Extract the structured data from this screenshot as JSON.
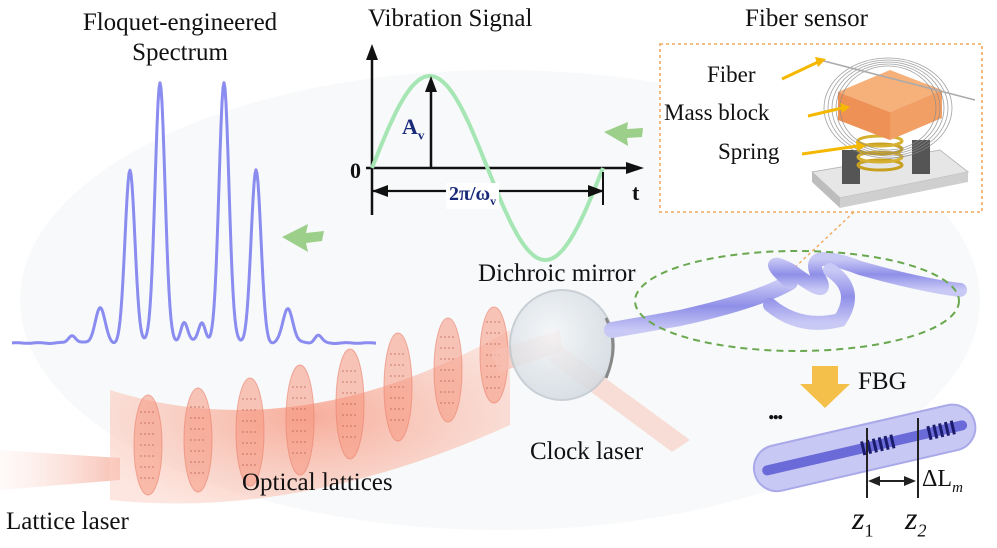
{
  "labels": {
    "spectrum_title_1": "Floquet-engineered",
    "spectrum_title_2": "Spectrum",
    "vibration_title": "Vibration Signal",
    "fiber_sensor_title": "Fiber sensor",
    "fiber": "Fiber",
    "mass_block": "Mass block",
    "spring": "Spring",
    "dichroic_mirror": "Dichroic mirror",
    "clock_laser": "Clock laser",
    "optical_lattices": "Optical lattices",
    "lattice_laser": "Lattice laser",
    "fbg": "FBG",
    "ellipsis": "...",
    "delta_l": "ΔL",
    "delta_l_sub": "m",
    "z1": "z",
    "z1_sub": "1",
    "z2": "z",
    "z2_sub": "2"
  },
  "vibration": {
    "zero": "0",
    "t": "t",
    "amplitude": "A",
    "amplitude_sub": "v",
    "period": "2π/ω",
    "period_sub": "v"
  },
  "colors": {
    "spectrum": "#8a8cf0",
    "sine": "#a6e6b4",
    "arrow_green": "#9ccf8a",
    "lattice": "#f4a08e",
    "fiber": "#a9a9f0",
    "ellipse": "#6aa84f",
    "box_border": "#f0a860",
    "fbg_arrow": "#f5c04a",
    "callout": "#f5b800"
  }
}
